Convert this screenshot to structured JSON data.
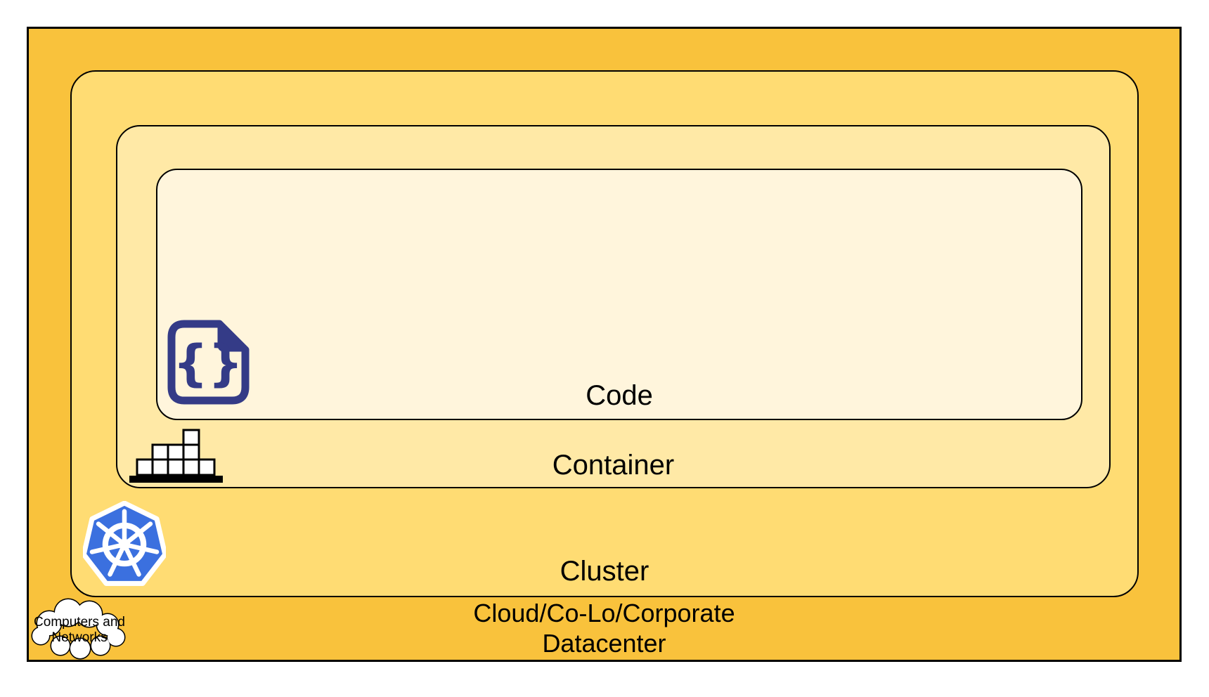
{
  "diagram": {
    "layers": {
      "code": {
        "label": "Code",
        "icon": "code-file-icon",
        "icon_glyph": "{}"
      },
      "container": {
        "label": "Container",
        "icon": "container-blocks-icon"
      },
      "cluster": {
        "label": "Cluster",
        "icon": "kubernetes-helm-icon"
      },
      "datacenter": {
        "label_line1": "Cloud/Co-Lo/Corporate",
        "label_line2": "Datacenter",
        "icon": "cloud-icon"
      }
    },
    "cloud_callout": {
      "line1": "Computers and",
      "line2": "Networks"
    }
  },
  "colors": {
    "datacenter-fill": "#F9C23C",
    "cluster-fill": "#FFDC73",
    "container-fill": "#FFE9A6",
    "code-fill": "#FFF5DC",
    "stroke": "#000000",
    "code-icon": "#343B87",
    "kubernetes-blue": "#3B70DF",
    "block-fill": "#FFFFFF",
    "cloud-fill": "#FFFFFF",
    "label-text": "#000000"
  }
}
